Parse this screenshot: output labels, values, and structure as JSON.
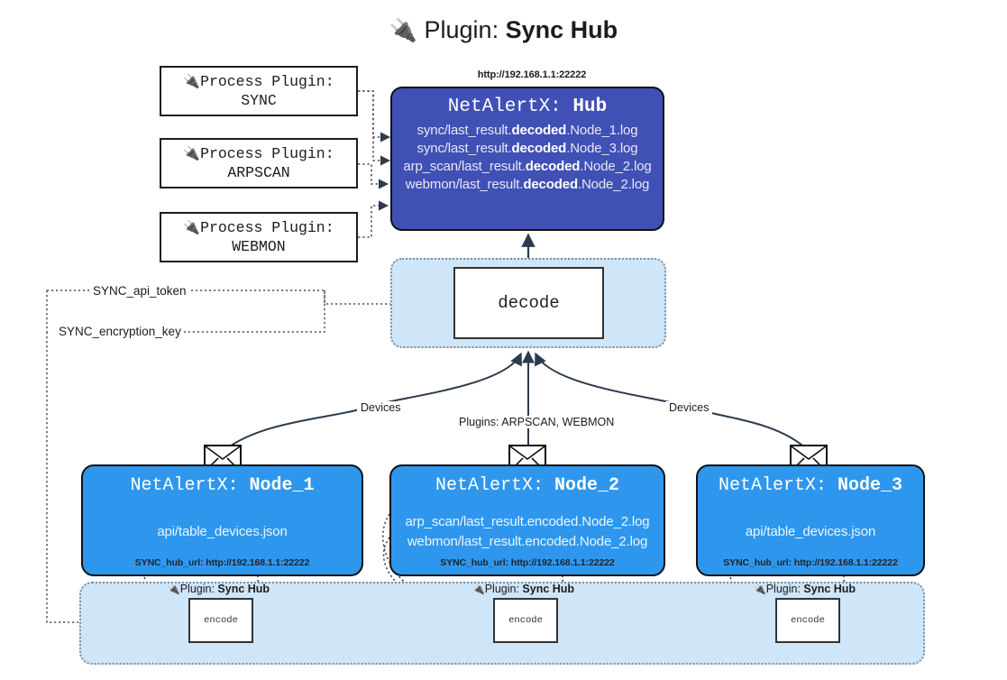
{
  "title": {
    "icon": "plug-icon",
    "prefix": "Plugin:",
    "name": "Sync Hub"
  },
  "process_plugins": [
    {
      "icon": "plug-icon",
      "line1": "Process Plugin:",
      "line2": "SYNC"
    },
    {
      "icon": "plug-icon",
      "line1": "Process Plugin:",
      "line2": "ARPSCAN"
    },
    {
      "icon": "plug-icon",
      "line1": "Process Plugin:",
      "line2": "WEBMON"
    }
  ],
  "hub": {
    "url": "http://192.168.1.1:22222",
    "prefix": "NetAlertX:",
    "name": "Hub",
    "color": "#4050b5",
    "lines": [
      {
        "pre": "sync/last_result.",
        "em": "decoded",
        "post": ".Node_1.log"
      },
      {
        "pre": "sync/last_result.",
        "em": "decoded",
        "post": ".Node_3.log"
      },
      {
        "pre": "arp_scan/last_result.",
        "em": "decoded",
        "post": ".Node_2.log"
      },
      {
        "pre": "webmon/last_result.",
        "em": "decoded",
        "post": ".Node_2.log"
      }
    ]
  },
  "decode": {
    "label": "decode",
    "container_color": "#cfe5f8"
  },
  "tokens": [
    {
      "label": "SYNC_api_token"
    },
    {
      "label": "SYNC_encryption_key"
    }
  ],
  "mid_labels": {
    "left_devices": "Devices",
    "right_devices": "Devices",
    "center_plugins": "Plugins: ARPSCAN, WEBMON"
  },
  "nodes": [
    {
      "prefix": "NetAlertX:",
      "name": "Node_1",
      "color": "#2e97ed",
      "lines": [
        "api/table_devices.json"
      ],
      "url_label": "SYNC_hub_url: http://192.168.1.1:22222"
    },
    {
      "prefix": "NetAlertX:",
      "name": "Node_2",
      "color": "#2e97ed",
      "lines": [
        "arp_scan/last_result.encoded.Node_2.log",
        "webmon/last_result.encoded.Node_2.log"
      ],
      "url_label": "SYNC_hub_url: http://192.168.1.1:22222"
    },
    {
      "prefix": "NetAlertX:",
      "name": "Node_3",
      "color": "#2e97ed",
      "lines": [
        "api/table_devices.json"
      ],
      "url_label": "SYNC_hub_url: http://192.168.1.1:22222"
    }
  ],
  "encoders": [
    {
      "plugin_prefix": "Plugin:",
      "plugin_name": "Sync Hub",
      "label": "encode"
    },
    {
      "plugin_prefix": "Plugin:",
      "plugin_name": "Sync Hub",
      "label": "encode"
    },
    {
      "plugin_prefix": "Plugin:",
      "plugin_name": "Sync Hub",
      "label": "encode"
    }
  ]
}
